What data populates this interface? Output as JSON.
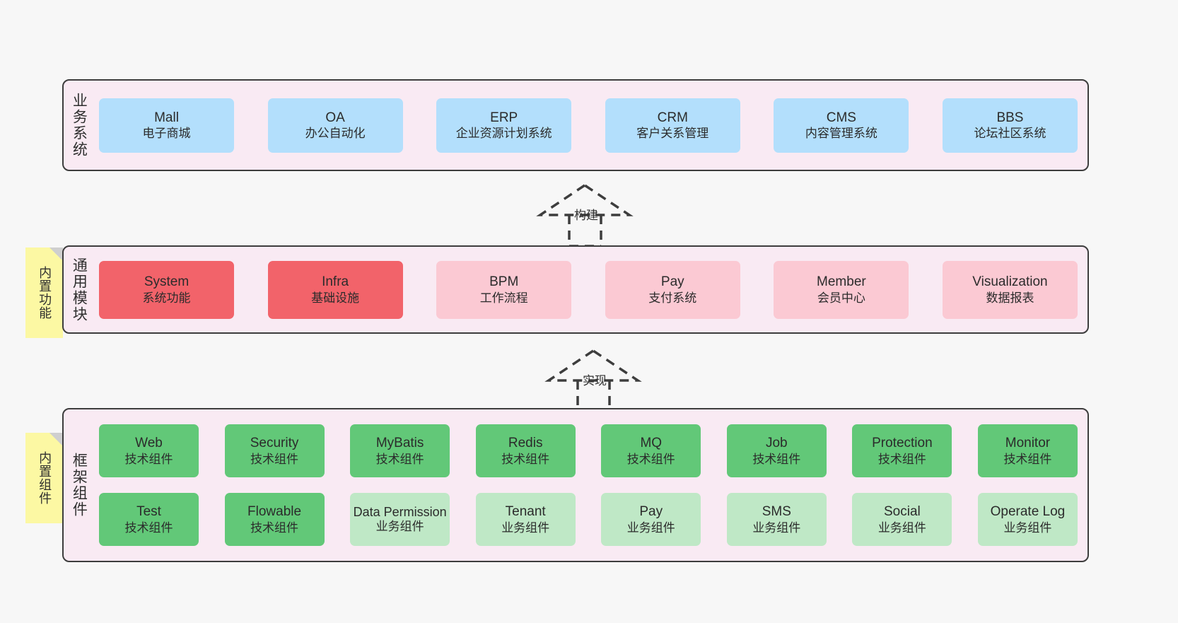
{
  "layers": [
    {
      "key": "business",
      "label": "业务系统",
      "cards": [
        {
          "name": "Mall",
          "desc": "电子商城"
        },
        {
          "name": "OA",
          "desc": "办公自动化"
        },
        {
          "name": "ERP",
          "desc": "企业资源计划系统"
        },
        {
          "name": "CRM",
          "desc": "客户关系管理"
        },
        {
          "name": "CMS",
          "desc": "内容管理系统"
        },
        {
          "name": "BBS",
          "desc": "论坛社区系统"
        }
      ]
    },
    {
      "key": "module",
      "label": "通用模块",
      "sticky": "内置功能",
      "cards": [
        {
          "name": "System",
          "desc": "系统功能",
          "style": "strong"
        },
        {
          "name": "Infra",
          "desc": "基础设施",
          "style": "strong"
        },
        {
          "name": "BPM",
          "desc": "工作流程",
          "style": "soft"
        },
        {
          "name": "Pay",
          "desc": "支付系统",
          "style": "soft"
        },
        {
          "name": "Member",
          "desc": "会员中心",
          "style": "soft"
        },
        {
          "name": "Visualization",
          "desc": "数据报表",
          "style": "soft"
        }
      ]
    },
    {
      "key": "framework",
      "label": "框架组件",
      "sticky": "内置组件",
      "row1": [
        {
          "name": "Web",
          "desc": "技术组件",
          "style": "tech"
        },
        {
          "name": "Security",
          "desc": "技术组件",
          "style": "tech"
        },
        {
          "name": "MyBatis",
          "desc": "技术组件",
          "style": "tech"
        },
        {
          "name": "Redis",
          "desc": "技术组件",
          "style": "tech"
        },
        {
          "name": "MQ",
          "desc": "技术组件",
          "style": "tech"
        },
        {
          "name": "Job",
          "desc": "技术组件",
          "style": "tech"
        },
        {
          "name": "Protection",
          "desc": "技术组件",
          "style": "tech"
        },
        {
          "name": "Monitor",
          "desc": "技术组件",
          "style": "tech"
        }
      ],
      "row2": [
        {
          "name": "Test",
          "desc": "技术组件",
          "style": "tech"
        },
        {
          "name": "Flowable",
          "desc": "技术组件",
          "style": "tech"
        },
        {
          "name": "Data Permission",
          "desc": "业务组件",
          "style": "biz",
          "wrap": true
        },
        {
          "name": "Tenant",
          "desc": "业务组件",
          "style": "biz"
        },
        {
          "name": "Pay",
          "desc": "业务组件",
          "style": "biz"
        },
        {
          "name": "SMS",
          "desc": "业务组件",
          "style": "biz"
        },
        {
          "name": "Social",
          "desc": "业务组件",
          "style": "biz"
        },
        {
          "name": "Operate Log",
          "desc": "业务组件",
          "style": "biz"
        }
      ]
    }
  ],
  "connectors": [
    {
      "key": "build",
      "label": "构建"
    },
    {
      "key": "implement",
      "label": "实现"
    }
  ],
  "colors": {
    "layer_bg": "#f9eaf3",
    "layer_border": "#3d3d3d",
    "business_card": "#b3dffc",
    "module_strong": "#f2636a",
    "module_soft": "#fbc9d3",
    "framework_tech": "#62c878",
    "framework_biz": "#bfe8c6",
    "sticky": "#fcf8a3",
    "page_bg": "#f7f7f7"
  }
}
